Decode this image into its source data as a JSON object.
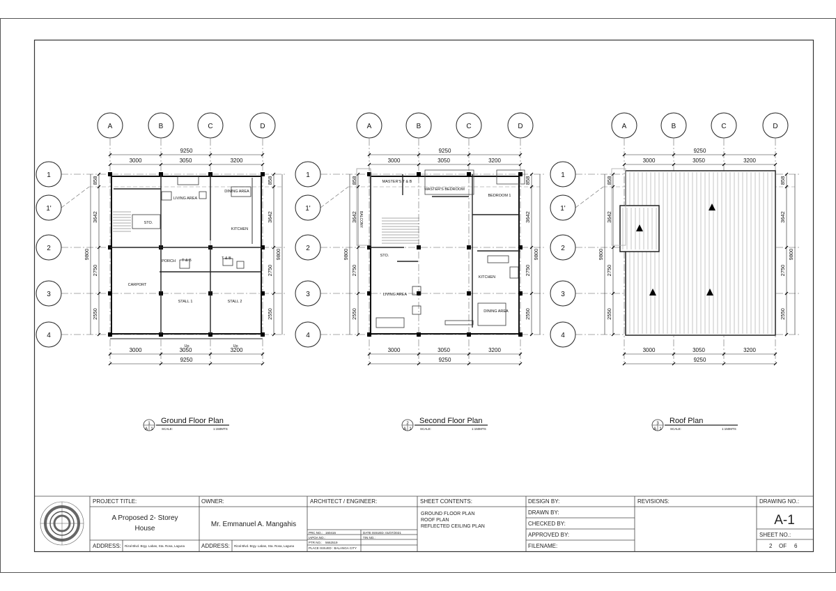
{
  "plans": [
    {
      "id": "ground",
      "num": "1",
      "ref": "A",
      "sheet_ref": "1",
      "title": "Ground Floor Plan",
      "scale_label": "SCALE:",
      "scale_value": "1:150MTS",
      "rooms": [
        "DINING AREA",
        "LIVING AREA",
        "STO.",
        "KITCHEN",
        "PORCH",
        "T & B",
        "T & B",
        "CARPORT",
        "STALL 1",
        "STALL 2",
        "Up",
        "Up"
      ]
    },
    {
      "id": "second",
      "num": "2",
      "ref": "A",
      "sheet_ref": "1",
      "title": "Second Floor Plan",
      "scale_label": "SCALE:",
      "scale_value": "1:150MTS",
      "rooms": [
        "MASTER'S T & B",
        "MASTER'S BEDROOM",
        "BEDROOM 1",
        "BALCONY",
        "STO.",
        "KITCHEN",
        "LIVING AREA",
        "DINING AREA"
      ]
    },
    {
      "id": "roof",
      "num": "3",
      "ref": "A",
      "sheet_ref": "1",
      "title": "Roof Plan",
      "scale_label": "SCALE:",
      "scale_value": "1:150MTS",
      "rooms": []
    }
  ],
  "grid": {
    "columns": [
      "A",
      "B",
      "C",
      "D"
    ],
    "rows": [
      "1",
      "1'",
      "2",
      "3",
      "4"
    ],
    "overall_width": "9250",
    "bays": [
      "3000",
      "3050",
      "3200"
    ],
    "overall_depth": "9800",
    "row_dims": [
      "858",
      "3642",
      "2750",
      "2550"
    ]
  },
  "title_block": {
    "project_label": "PROJECT TITLE:",
    "project_line1": "A Proposed 2- Storey",
    "project_line2": "House",
    "address_label": "ADDRESS:",
    "address_value": "Rizal Blvd. Brgy. Labas, Sta. Rosa, Laguna",
    "owner_label": "OWNER:",
    "owner_name": "Mr. Emmanuel A. Mangahis",
    "owner_address_label": "ADDRESS:",
    "owner_address_value": "Rizal Blvd. Brgy. Labas, Sta. Rosa, Laguna",
    "architect_label": "ARCHITECT / ENGINEER:",
    "prc_label": "PRC NO.:",
    "prc_value": "160416",
    "date_issued": "DATE ISSUED: 01/07/2021",
    "iapoa_label": "IAPOA NO.:",
    "tin_label": "TIN NO.:",
    "ptr_label": "PTR NO.:",
    "ptr_value": "5662519",
    "place_issued": "PLACE ISSUED : BALANGA CITY",
    "sheet_contents_label": "SHEET CONTENTS:",
    "sheet_contents": [
      "GROUND FLOOR PLAN",
      "ROOF PLAN",
      "REFLECTED CEILING PLAN"
    ],
    "design_by": "DESIGN BY:",
    "drawn_by": "DRAWN BY:",
    "checked_by": "CHECKED BY:",
    "approved_by": "APPROVED BY:",
    "filename": "FILENAME:",
    "revisions_label": "REVISIONS:",
    "drawing_no_label": "DRAWING NO.:",
    "drawing_no": "A-1",
    "sheet_no_label": "SHEET NO.:",
    "sheet_no": "2",
    "sheet_of": "OF",
    "sheet_total": "6"
  }
}
